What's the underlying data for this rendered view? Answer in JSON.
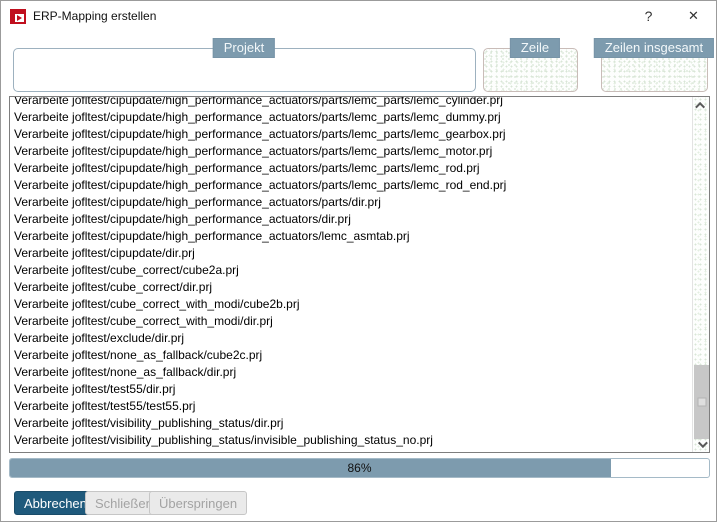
{
  "window": {
    "title": "ERP-Mapping erstellen",
    "help_label": "?",
    "close_label": "✕"
  },
  "fields": {
    "projekt": {
      "label": "Projekt",
      "value": ""
    },
    "zeile": {
      "label": "Zeile",
      "value": ""
    },
    "zeilen_insgesamt": {
      "label": "Zeilen insgesamt",
      "value": ""
    }
  },
  "log": {
    "lines": [
      "Verarbeite jofltest/cipupdate/high_performance_actuators/parts/lemc_parts/lemc_cylinder.prj",
      "Verarbeite jofltest/cipupdate/high_performance_actuators/parts/lemc_parts/lemc_dummy.prj",
      "Verarbeite jofltest/cipupdate/high_performance_actuators/parts/lemc_parts/lemc_gearbox.prj",
      "Verarbeite jofltest/cipupdate/high_performance_actuators/parts/lemc_parts/lemc_motor.prj",
      "Verarbeite jofltest/cipupdate/high_performance_actuators/parts/lemc_parts/lemc_rod.prj",
      "Verarbeite jofltest/cipupdate/high_performance_actuators/parts/lemc_parts/lemc_rod_end.prj",
      "Verarbeite jofltest/cipupdate/high_performance_actuators/parts/dir.prj",
      "Verarbeite jofltest/cipupdate/high_performance_actuators/dir.prj",
      "Verarbeite jofltest/cipupdate/high_performance_actuators/lemc_asmtab.prj",
      "Verarbeite jofltest/cipupdate/dir.prj",
      "Verarbeite jofltest/cube_correct/cube2a.prj",
      "Verarbeite jofltest/cube_correct/dir.prj",
      "Verarbeite jofltest/cube_correct_with_modi/cube2b.prj",
      "Verarbeite jofltest/cube_correct_with_modi/dir.prj",
      "Verarbeite jofltest/exclude/dir.prj",
      "Verarbeite jofltest/none_as_fallback/cube2c.prj",
      "Verarbeite jofltest/none_as_fallback/dir.prj",
      "Verarbeite jofltest/test55/dir.prj",
      "Verarbeite jofltest/test55/test55.prj",
      "Verarbeite jofltest/visibility_publishing_status/dir.prj",
      "Verarbeite jofltest/visibility_publishing_status/invisible_publishing_status_no.prj"
    ]
  },
  "progress": {
    "percent": 86,
    "label": "86%"
  },
  "buttons": {
    "abbrechen": "Abbrechen",
    "schliessen": "Schließen",
    "ueberspringen": "Überspringen"
  },
  "colors": {
    "accent": "#7d9bae",
    "primary_button": "#1f5a7c",
    "icon_red": "#c00f1e"
  }
}
